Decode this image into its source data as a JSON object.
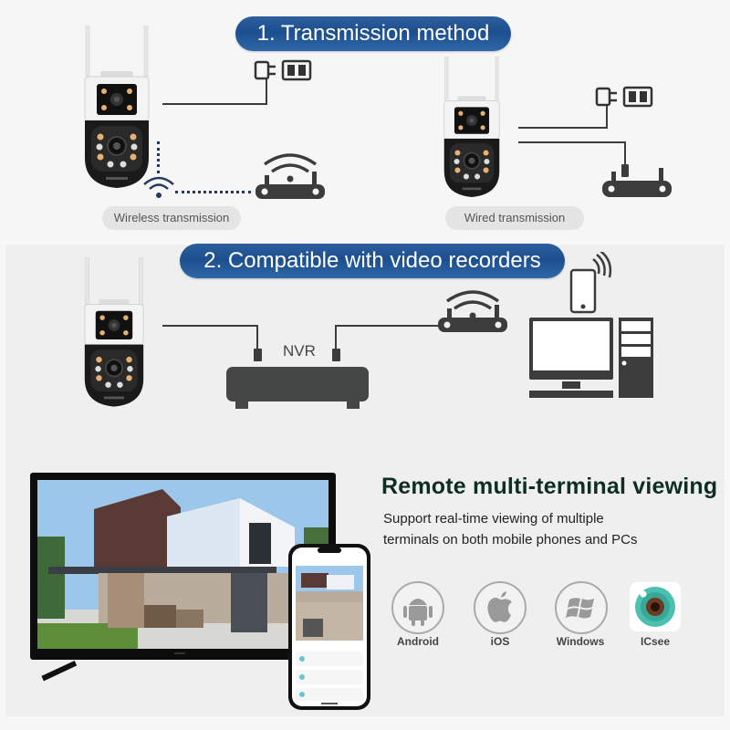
{
  "section1": {
    "title": "1. Transmission method",
    "wireless_label": "Wireless transmission",
    "wired_label": "Wired transmission"
  },
  "section2": {
    "title": "2. Compatible with video recorders",
    "nvr_label": "NVR"
  },
  "section3": {
    "headline": "Remote multi-terminal viewing",
    "subtext_line1": "Support real-time viewing of multiple",
    "subtext_line2": "terminals on both mobile phones and PCs",
    "platforms": [
      {
        "label": "Android",
        "icon": "android-icon"
      },
      {
        "label": "iOS",
        "icon": "apple-icon"
      },
      {
        "label": "Windows",
        "icon": "windows-icon"
      },
      {
        "label": "ICsee",
        "icon": "icsee-app-icon"
      }
    ]
  },
  "colors": {
    "title_pill": "#1d4f8e",
    "device_gray": "#3c3c3c",
    "headline_green": "#0f2e22",
    "icsee_teal": "#4cc0b0"
  }
}
